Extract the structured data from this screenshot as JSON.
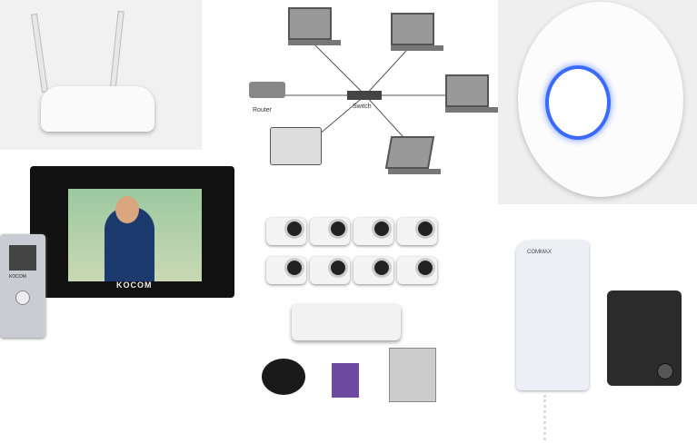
{
  "diagram": {
    "router_label": "Router",
    "switch_label": "Switch"
  },
  "intercom_video": {
    "monitor_brand": "KOCOM",
    "door_brand": "KOCOM"
  },
  "intercom_audio": {
    "handset_brand": "COMMAX"
  },
  "colors": {
    "ap_ring": "#3a6bff",
    "monitor": "#111111"
  }
}
